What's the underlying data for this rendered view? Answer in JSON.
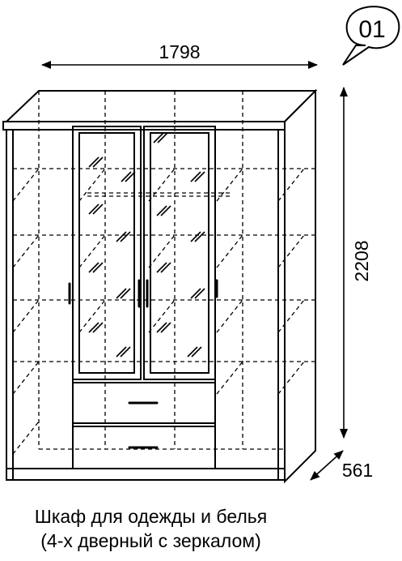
{
  "drawing": {
    "badge": "01",
    "dimensions": {
      "width": "1798",
      "height": "2208",
      "depth": "561"
    }
  },
  "caption": {
    "line1": "Шкаф для одежды и белья",
    "line2": "(4-х дверный с зеркалом)"
  }
}
